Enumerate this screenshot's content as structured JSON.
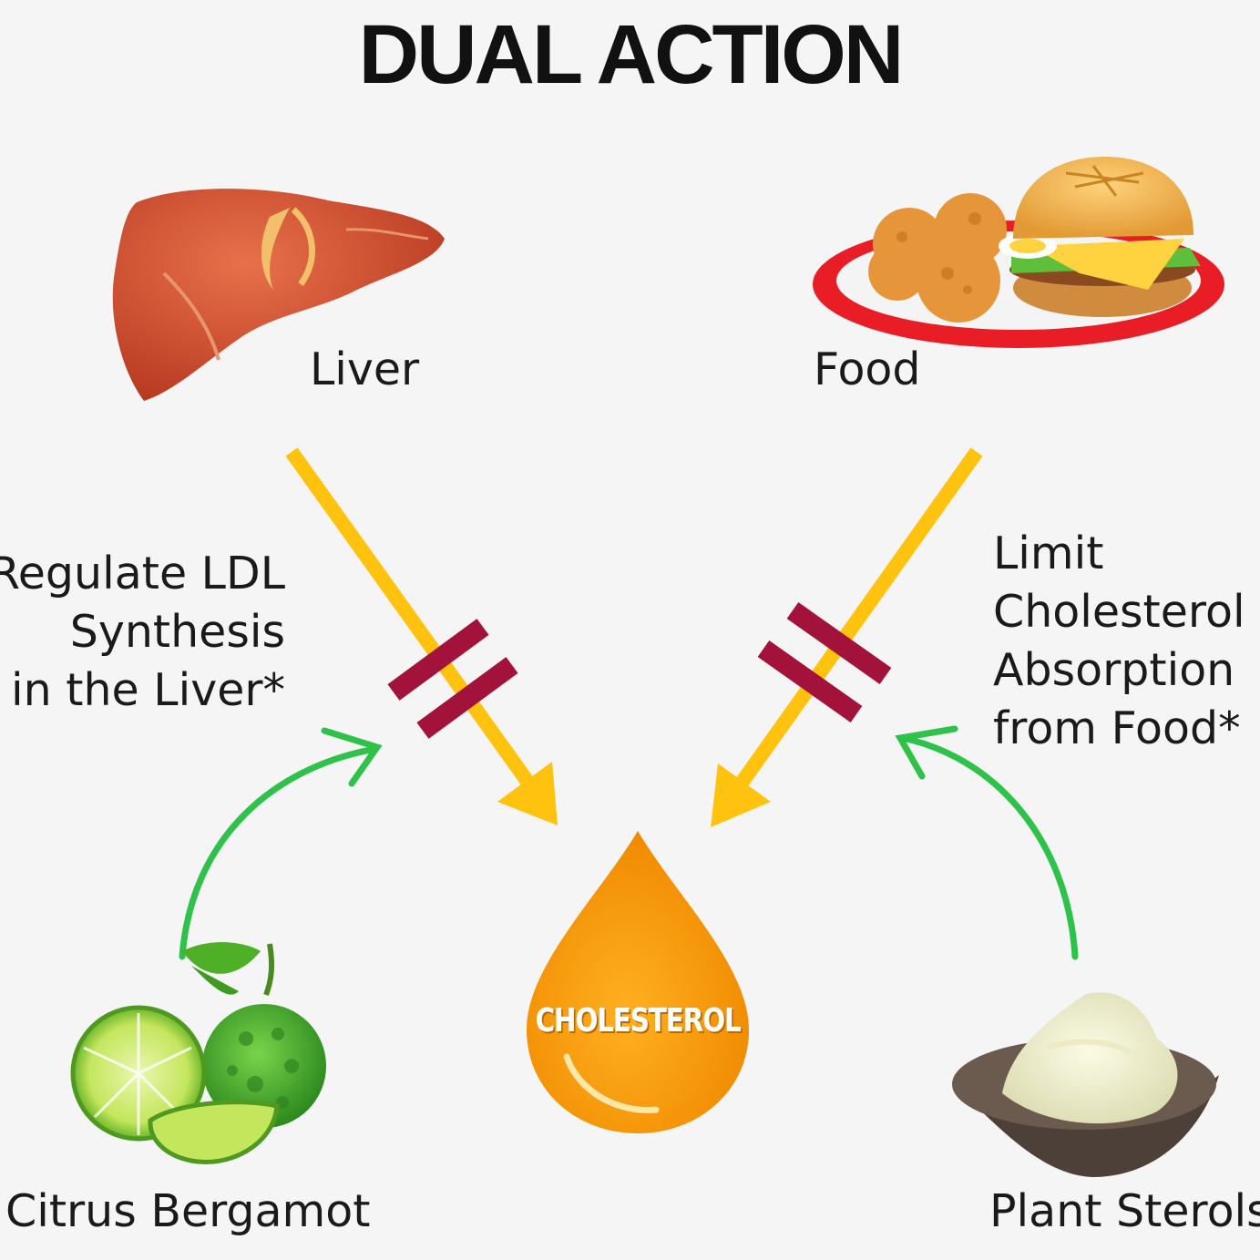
{
  "title": "DUAL ACTION",
  "sources": {
    "liver": "Liver",
    "food": "Food"
  },
  "actions": {
    "left": [
      "Regulate LDL",
      "Synthesis",
      "in the Liver*"
    ],
    "right": [
      "Limit",
      "Cholesterol",
      "Absorption",
      "from Food*"
    ]
  },
  "ingredients": {
    "left": "Citrus Bergamot",
    "right": "Plant Sterols"
  },
  "target": "CHOLESTEROL",
  "colors": {
    "flow_arrow": "#ffc20e",
    "block_bar": "#a3123a",
    "ingredient_arrow": "#2fc24a",
    "drop": "#f7941d"
  },
  "icons": [
    "liver-illustration",
    "food-plate-illustration",
    "bergamot-illustration",
    "plant-sterols-illustration",
    "cholesterol-drop"
  ]
}
